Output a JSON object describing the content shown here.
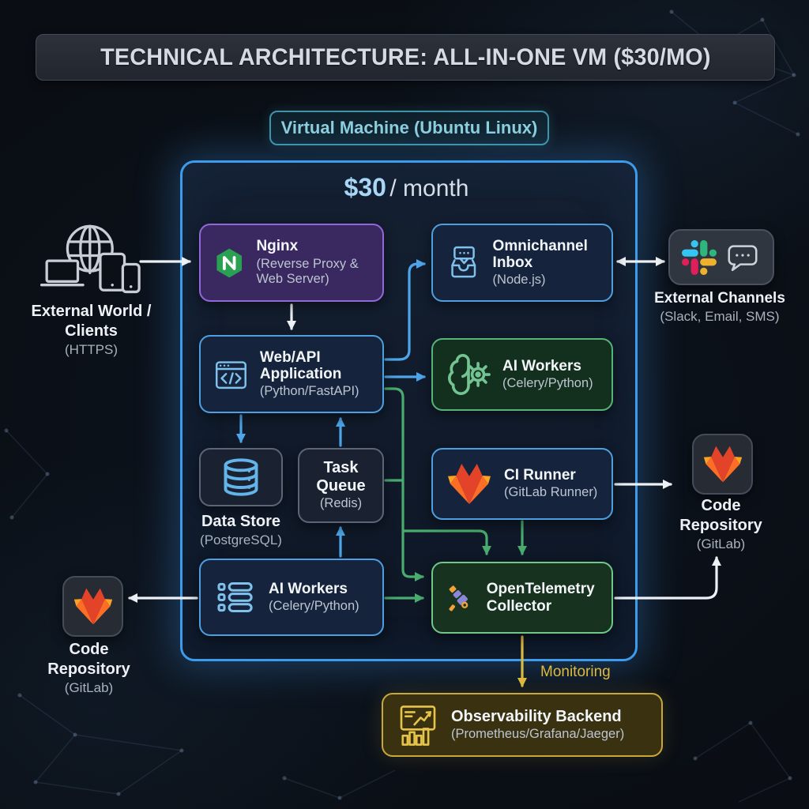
{
  "title": "TECHNICAL ARCHITECTURE: ALL-IN-ONE VM ($30/MO)",
  "vm": {
    "badge": "Virtual Machine (Ubuntu Linux)",
    "price": "$30",
    "price_suffix": "/ month"
  },
  "nodes": {
    "nginx": {
      "title": "Nginx",
      "subtitle": "(Reverse Proxy & Web Server)"
    },
    "omnichannel": {
      "title": "Omnichannel Inbox",
      "subtitle": "(Node.js)"
    },
    "webapi": {
      "title": "Web/API Application",
      "subtitle": "(Python/FastAPI)"
    },
    "ai_workers_green": {
      "title": "AI Workers",
      "subtitle": "(Celery/Python)"
    },
    "data_store": {
      "title": "Data Store",
      "subtitle": "(PostgreSQL)"
    },
    "task_queue": {
      "title": "Task Queue",
      "subtitle": "(Redis)"
    },
    "ci_runner": {
      "title": "CI Runner",
      "subtitle": "(GitLab Runner)"
    },
    "ai_workers_blue": {
      "title": "AI Workers",
      "subtitle": "(Celery/Python)"
    },
    "otel": {
      "title": "OpenTelemetry Collector"
    },
    "observability": {
      "title": "Observability Backend",
      "subtitle": "(Prometheus/Grafana/Jaeger)"
    }
  },
  "external": {
    "clients": {
      "title": "External World / Clients",
      "subtitle": "(HTTPS)"
    },
    "channels": {
      "title": "External Channels",
      "subtitle": "(Slack, Email, SMS)"
    },
    "repo_right": {
      "title": "Code Repository",
      "subtitle": "(GitLab)"
    },
    "repo_left": {
      "title": "Code Repository",
      "subtitle": "(GitLab)"
    }
  },
  "labels": {
    "monitoring": "Monitoring"
  },
  "icons": [
    "globe-devices-icon",
    "nginx-logo-icon",
    "inbox-chat-icon",
    "browser-code-icon",
    "brain-gear-icon",
    "database-icon",
    "gitlab-logo-icon",
    "task-list-icon",
    "opentelemetry-telescope-icon",
    "slack-logo-icon",
    "chat-bubble-icon",
    "dashboard-chart-icon"
  ],
  "colors": {
    "vm_border": "#3d9bec",
    "blue_node": "#4d9fe0",
    "purple_node": "#9268d8",
    "green_node": "#56b478",
    "olive_node": "#c9a83a",
    "arrow_white": "#edf0f4",
    "arrow_blue": "#4da6ea",
    "arrow_green": "#49ab6d",
    "arrow_yellow": "#ddb93e",
    "badge_teal": "#8ed0de",
    "gitlab_red": "#e24329",
    "gitlab_orange": "#fc6d26",
    "gitlab_amber": "#fca326"
  }
}
